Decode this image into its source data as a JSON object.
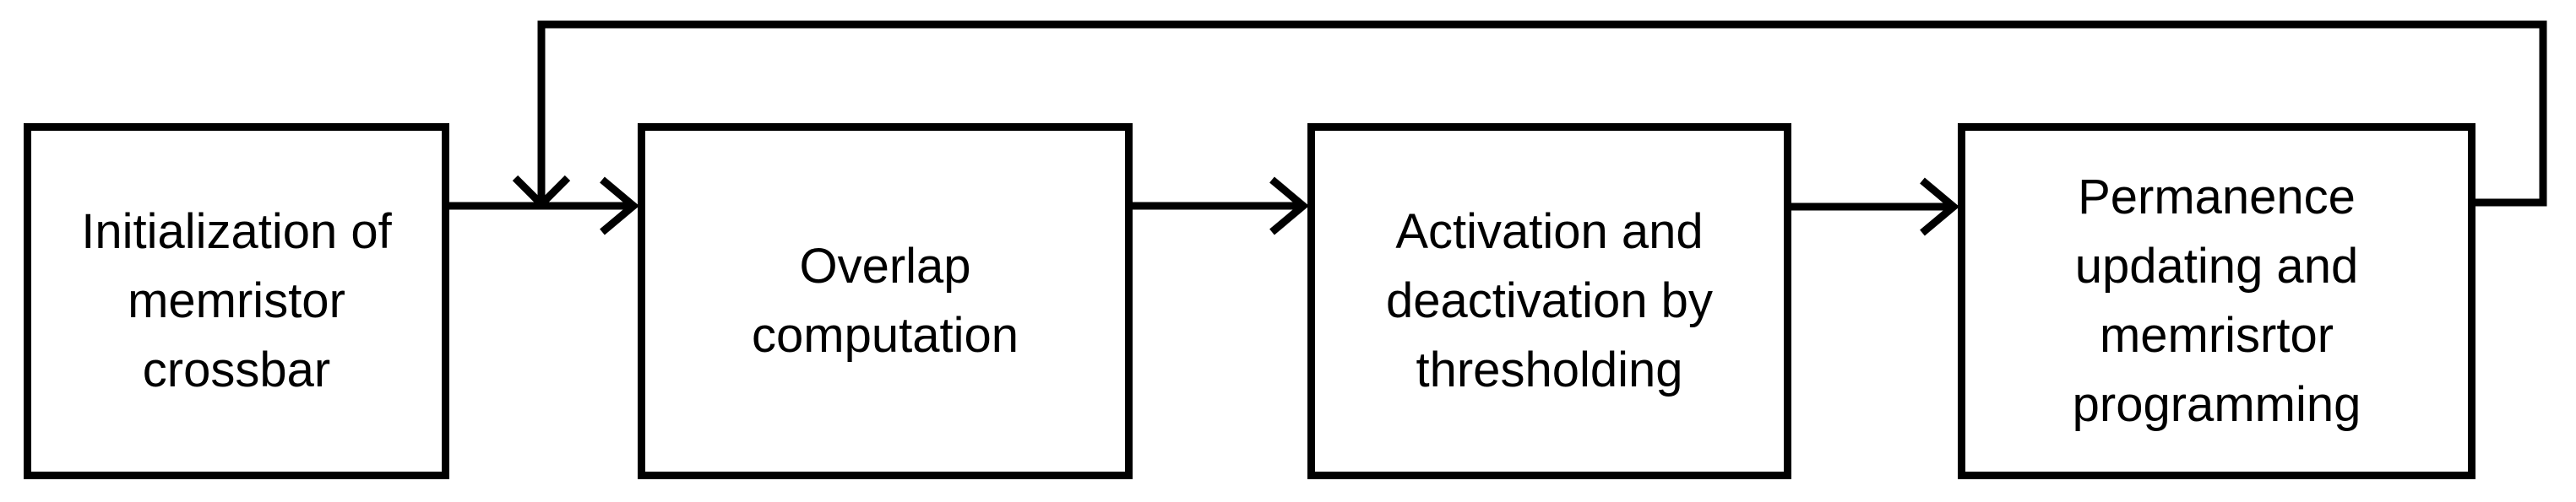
{
  "boxes": [
    {
      "name": "initialization",
      "lines": [
        "Initialization of",
        "memristor",
        "crossbar"
      ]
    },
    {
      "name": "overlap",
      "lines": [
        "Overlap",
        "computation"
      ]
    },
    {
      "name": "activation",
      "lines": [
        "Activation and",
        "deactivation by",
        "thresholding"
      ]
    },
    {
      "name": "permanence",
      "lines": [
        "Permanence",
        "updating and",
        "memrisrtor",
        "programming"
      ]
    }
  ],
  "connectors": [
    {
      "from": "initialization",
      "to": "overlap",
      "type": "arrow"
    },
    {
      "from": "overlap",
      "to": "activation",
      "type": "arrow"
    },
    {
      "from": "activation",
      "to": "permanence",
      "type": "arrow"
    },
    {
      "from": "permanence",
      "to": "initialization-overlap-arrow",
      "type": "feedback-loop"
    }
  ],
  "colors": {
    "line": "#000000",
    "background": "#ffffff",
    "text": "#000000"
  }
}
